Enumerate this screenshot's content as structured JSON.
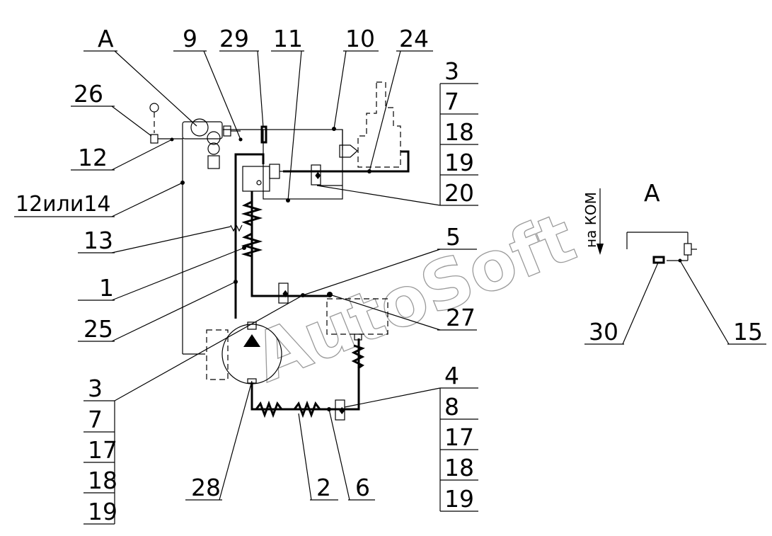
{
  "labels": {
    "A_top": "A",
    "n9": "9",
    "n29": "29",
    "n11": "11",
    "n10": "10",
    "n24": "24",
    "n26": "26",
    "n12": "12",
    "n12or14": "12или14",
    "n13": "13",
    "n1": "1",
    "n25": "25",
    "n5": "5",
    "n27": "27",
    "n28": "28",
    "n2": "2",
    "n6": "6",
    "A_detail": "A",
    "na_kom": "на КОМ",
    "n30": "30",
    "n15": "15"
  },
  "stacks": {
    "right_top": [
      "3",
      "7",
      "18",
      "19",
      "20"
    ],
    "left_bottom": [
      "3",
      "7",
      "17",
      "18",
      "19"
    ],
    "right_bottom": [
      "4",
      "8",
      "17",
      "18",
      "19"
    ]
  },
  "watermark": "AutoSoft"
}
